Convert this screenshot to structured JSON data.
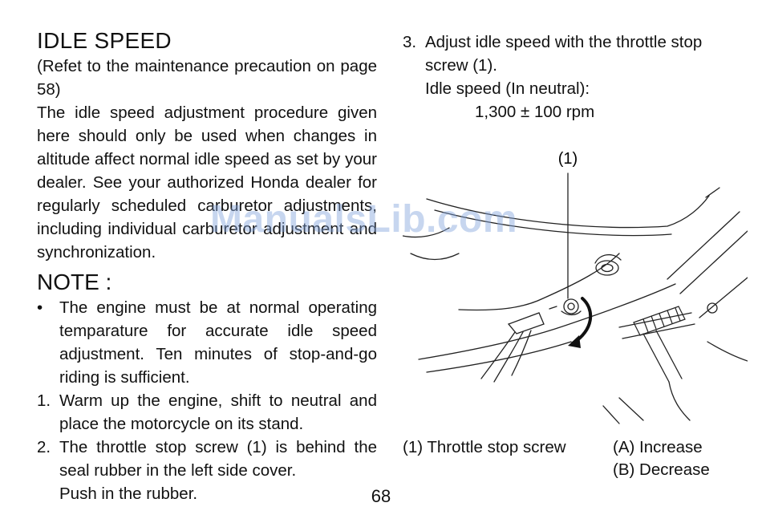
{
  "left": {
    "title": "IDLE SPEED",
    "intro": [
      "(Refet to the maintenance precaution on page 58)",
      "The idle speed adjustment procedure given here should only be used when changes in altitude affect normal idle speed as set by your dealer.  See your authorized Honda dealer for regularly scheduled carburetor adjustments, including individual carburetor adjustment and synchronization."
    ],
    "note_title": "NOTE :",
    "note_items": [
      {
        "marker": "•",
        "text": "The engine must be at normal operating temparature for accurate idle speed adjustment. Ten minutes of stop-and-go riding is sufficient."
      },
      {
        "marker": "1.",
        "text": "Warm up the engine, shift to neutral and place the motorcycle on its stand."
      },
      {
        "marker": "2.",
        "text": "The throttle stop screw (1) is behind the seal rubber in the left side cover."
      },
      {
        "marker": "",
        "text": "Push in the rubber."
      }
    ]
  },
  "right": {
    "step3_marker": "3.",
    "step3_text": "Adjust idle speed with the throttle stop screw  (1).",
    "spec_label": "Idle speed (In neutral):",
    "spec_value": "1,300 ± 100 rpm",
    "figure": {
      "callout": "(1)",
      "caption_item": "(1) Throttle stop screw",
      "caption_a": "(A) Increase",
      "caption_b": "(B) Decrease"
    }
  },
  "page_number": "68",
  "watermark": "ManualsLib.com"
}
